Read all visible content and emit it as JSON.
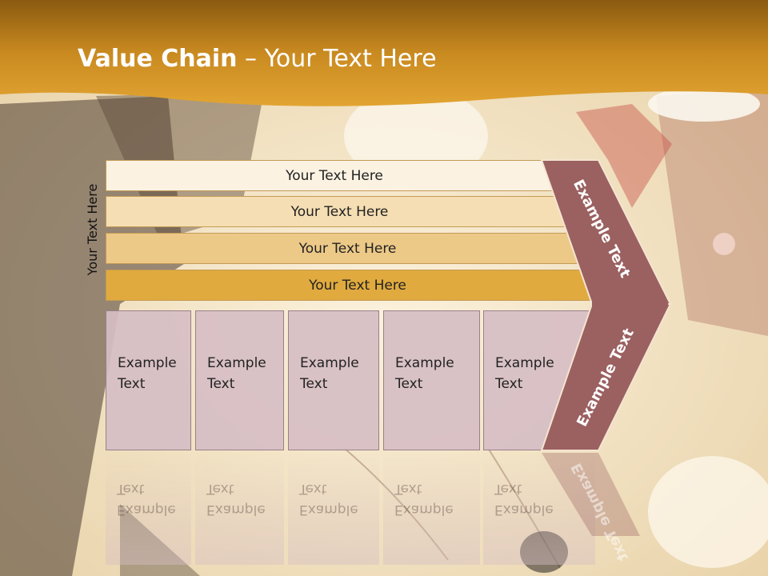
{
  "title": {
    "bold": "Value Chain",
    "rest": " – Your Text Here"
  },
  "side_label": "Your Text Here",
  "bars": [
    {
      "label": "Your Text Here",
      "color": "#fbf2e2"
    },
    {
      "label": "Your Text Here",
      "color": "#f5deb3"
    },
    {
      "label": "Your Text Here",
      "color": "#edc988"
    },
    {
      "label": "Your Text Here",
      "color": "#e0aa3e"
    }
  ],
  "boxes": [
    {
      "label": "Example Text"
    },
    {
      "label": "Example Text"
    },
    {
      "label": "Example Text"
    },
    {
      "label": "Example Text"
    },
    {
      "label": "Example Text"
    }
  ],
  "arrow": {
    "upper_label": "Example Text",
    "lower_label": "Example Text",
    "color": "#9b6060"
  },
  "colors": {
    "header_gold": "#d99a28",
    "header_dark": "#8a5a10"
  }
}
